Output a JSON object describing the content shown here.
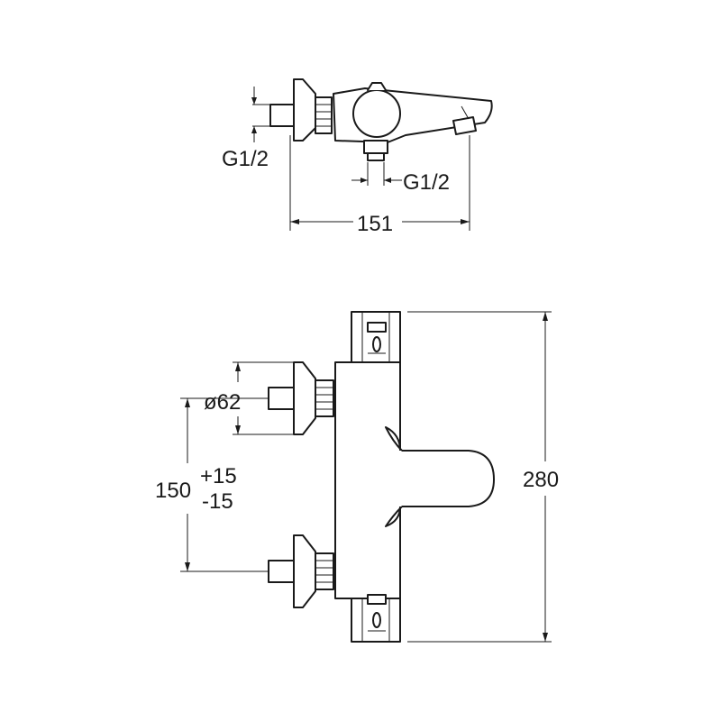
{
  "dimensions": {
    "inlet_thread_side": "G1/2",
    "inlet_thread_bottom": "G1/2",
    "projection_depth": "151",
    "rosette_diameter": "ø62",
    "center_distance": "150",
    "center_tolerance_plus": "+15",
    "center_tolerance_minus": "-15",
    "overall_height": "280"
  }
}
